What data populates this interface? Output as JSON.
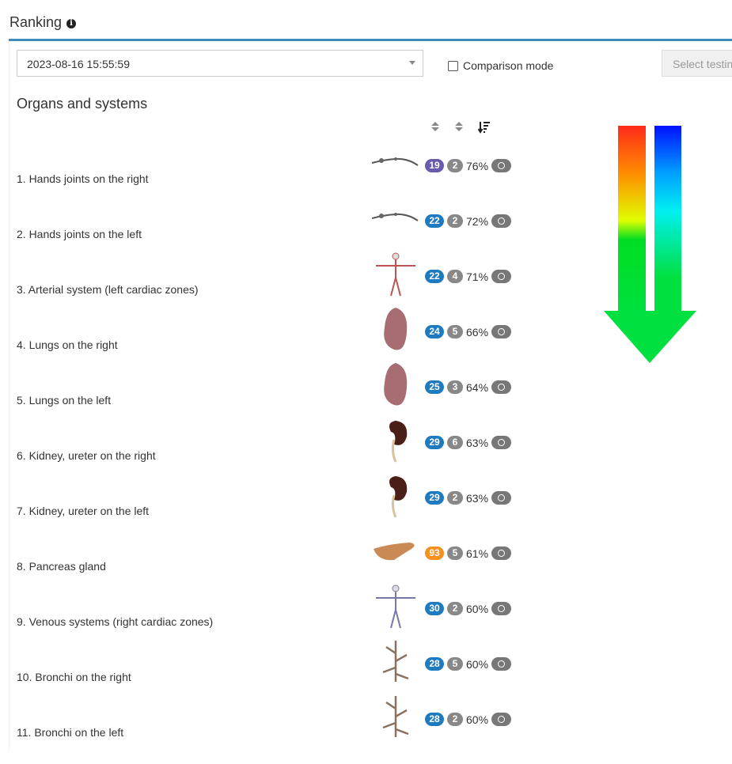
{
  "header": {
    "title": "Ranking",
    "info_icon": "info-icon"
  },
  "toolbar": {
    "date_value": "2023-08-16 15:55:59",
    "comparison_label": "Comparison mode",
    "comparison_checked": false,
    "select_button": "Select testing"
  },
  "section_title": "Organs and systems",
  "colors": {
    "accent": "#3c8dbc",
    "badge_blue": "#1f7bbf",
    "badge_purple": "#6a5aad",
    "badge_orange": "#f7901e",
    "badge_gray": "#888888"
  },
  "rows": [
    {
      "label": "1. Hands joints on the right",
      "v1": "19",
      "v1_color": "#6a5aad",
      "v2": "2",
      "pct": "76%"
    },
    {
      "label": "2. Hands joints on the left",
      "v1": "22",
      "v1_color": "#1f7bbf",
      "v2": "2",
      "pct": "72%"
    },
    {
      "label": "3. Arterial system (left cardiac zones)",
      "v1": "22",
      "v1_color": "#1f7bbf",
      "v2": "4",
      "pct": "71%"
    },
    {
      "label": "4. Lungs on the right",
      "v1": "24",
      "v1_color": "#1f7bbf",
      "v2": "5",
      "pct": "66%"
    },
    {
      "label": "5. Lungs on the left",
      "v1": "25",
      "v1_color": "#1f7bbf",
      "v2": "3",
      "pct": "64%"
    },
    {
      "label": "6. Kidney, ureter on the right",
      "v1": "29",
      "v1_color": "#1f7bbf",
      "v2": "6",
      "pct": "63%"
    },
    {
      "label": "7. Kidney, ureter on the left",
      "v1": "29",
      "v1_color": "#1f7bbf",
      "v2": "2",
      "pct": "63%"
    },
    {
      "label": "8. Pancreas gland",
      "v1": "93",
      "v1_color": "#f7901e",
      "v2": "5",
      "pct": "61%"
    },
    {
      "label": "9. Venous systems (right cardiac zones)",
      "v1": "30",
      "v1_color": "#1f7bbf",
      "v2": "2",
      "pct": "60%"
    },
    {
      "label": "10. Bronchi on the right",
      "v1": "28",
      "v1_color": "#1f7bbf",
      "v2": "5",
      "pct": "60%"
    },
    {
      "label": "11. Bronchi on the left",
      "v1": "28",
      "v1_color": "#1f7bbf",
      "v2": "2",
      "pct": "60%"
    }
  ]
}
